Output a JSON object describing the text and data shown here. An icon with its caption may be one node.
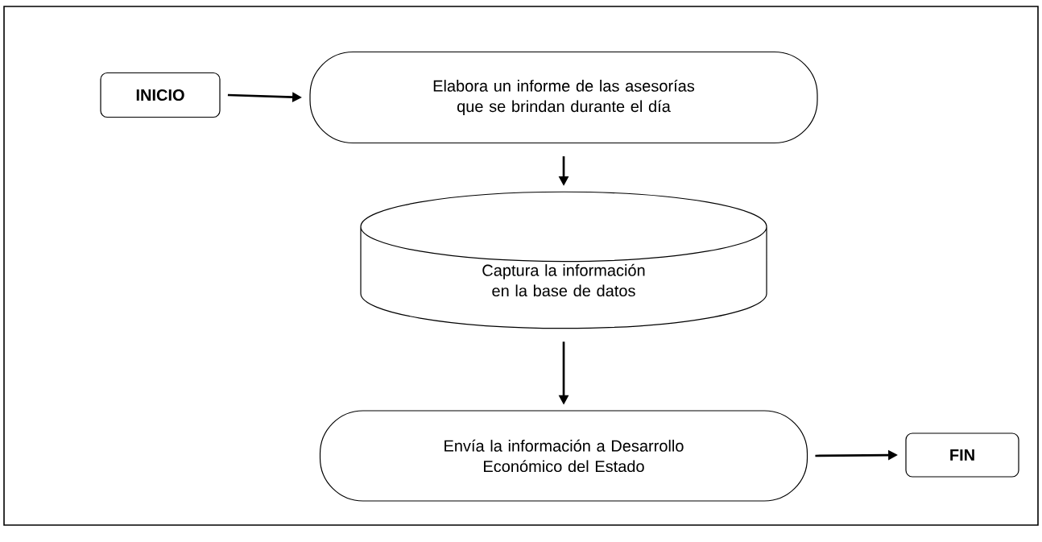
{
  "diagram": {
    "nodes": [
      {
        "text": [
          "INICIO"
        ]
      },
      {
        "text": [
          "Elabora un informe de las asesorías que se brindan durante el día"
        ]
      },
      {
        "text": [
          "Captura la información en la base de datos"
        ]
      },
      {
        "text": [
          "Envía la información a Desarrollo Económico del Estado"
        ]
      },
      {
        "text": [
          "FIN"
        ]
      }
    ],
    "edges": [
      {
        "from": 0,
        "to": 1,
        "arrow": "to"
      },
      {
        "from": 1,
        "to": 2,
        "arrow": "to"
      },
      {
        "from": 2,
        "to": 3,
        "arrow": "to"
      },
      {
        "from": 3,
        "to": 4,
        "arrow": "to"
      }
    ]
  }
}
